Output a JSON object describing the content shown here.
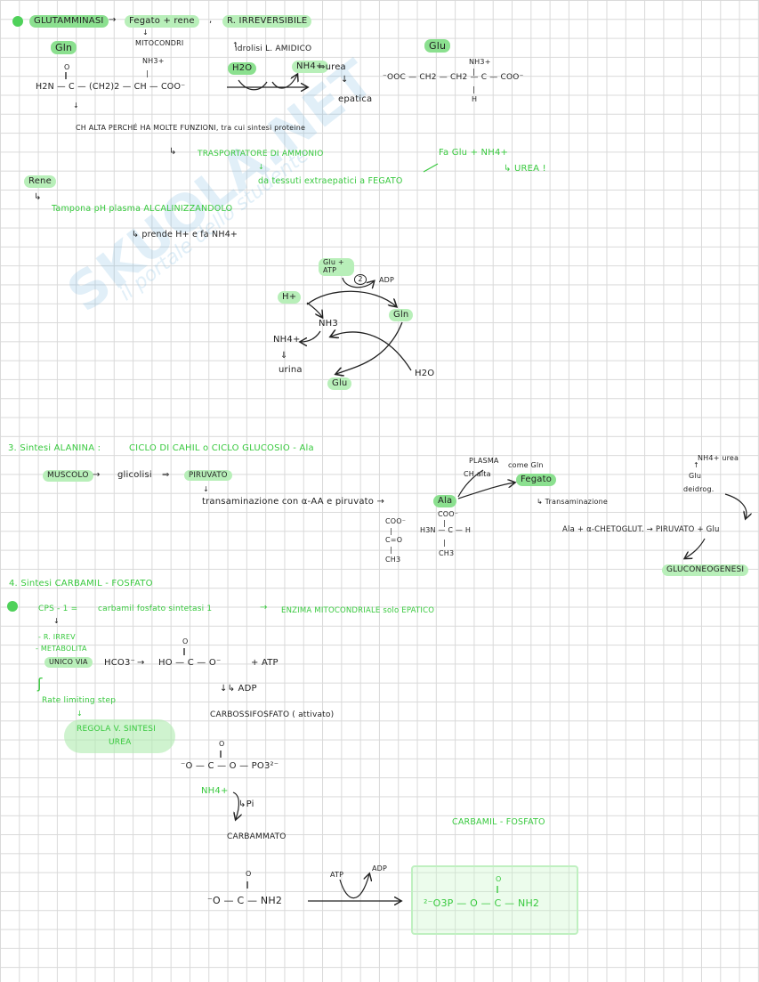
{
  "colors": {
    "green": "#38c93e",
    "highlight": "#8be08f",
    "grid": "#d9d9d9",
    "ink": "#222222",
    "watermark": "#78b4e1"
  },
  "watermark": {
    "logo": "SKUOLA.NET",
    "tagline": "il portale dello studente"
  },
  "s1": {
    "title": "GLUTAMMINASI",
    "arrow1": "→",
    "organs": "Fegato + rene",
    "comma": ",",
    "irrev": "R. IRREVERSIBILE",
    "mito_arrow": "↓",
    "mito": "MITOCONDRI",
    "gln": "Gln",
    "glu": "Glu",
    "hydrol_arrow": "↑",
    "hydrol": "idrolisi L. AMIDICO",
    "h2o": "H2O",
    "nh4": "NH4+",
    "to_urea": "⇒urea",
    "down": "↓",
    "epatica": "epatica",
    "gln_o": "O",
    "gln_bond": "‖",
    "gln_nh3": "NH3+",
    "gln_nh3_bond": "|",
    "gln_formula": "H2N — C — (CH2)2 — CH — COO⁻",
    "gln_down": "↓",
    "glu_nh3": "NH3+",
    "glu_nh3_bond": "|",
    "glu_formula": "⁻OOC — CH2 — CH2 — C — COO⁻",
    "glu_h_bond": "|",
    "glu_h": "H",
    "conc_note": "CH ALTA PERCHÉ HA MOLTE FUNZIONI, tra cui sintesi proteine",
    "trans_arrow": "↳",
    "transporter": "TRASPORTATORE DI AMMONIO",
    "trans_down": "↓",
    "trans_from": "da tessuti extraepatici a FEGATO",
    "fa": "Fa Glu + NH4+",
    "urea": "↳ UREA !",
    "rene": "Rene",
    "rene_arrow": "↳",
    "tampona": "Tampona pH plasma ALCALINIZZANDOLO",
    "prende": "↳ prende H+ e fa NH4+"
  },
  "cycle": {
    "glu_atp": "Glu + ATP",
    "enzyme_num": "2",
    "adp": "ADP",
    "hplus": "H+",
    "nh3": "NH3",
    "gln": "Gln",
    "nh4": "NH4+",
    "down": "⇓",
    "urina": "urina",
    "glu": "Glu",
    "h2o": "H2O"
  },
  "s3": {
    "title": "3. Sintesi ALANINA :",
    "cycles": "CICLO DI CAHIL o CICLO GLUCOSIO - Ala",
    "muscolo": "MUSCOLO",
    "arrow1": "→",
    "glicolisi": "glicolisi",
    "arrow2": "⇒",
    "piruvato": "PIRUVATO",
    "down": "↓",
    "transamin": "transaminazione con α-AA e piruvato →",
    "ala": "Ala",
    "plasma": "PLASMA",
    "ch_alta": "CH alta",
    "come_gln": "come Gln",
    "fegato": "Fegato",
    "transamin2": "↳ Transaminazione",
    "pyr_coo": "COO⁻",
    "pyr_bond1": "|",
    "pyr_co": "C=O",
    "pyr_bond2": "|",
    "pyr_ch3": "CH3",
    "ala_coo": "COO⁻",
    "ala_bond1": "|",
    "ala_mid": "H3N — C — H",
    "ala_bond2": "|",
    "ala_ch3": "CH3",
    "ala_reaction": "Ala + α-CHETOGLUT. → PIRUVATO + Glu",
    "nh4_urea": "NH4+ urea",
    "up_arrow": "↑",
    "glu_deidrog": "Glu",
    "deidrog": "deidrog.",
    "gluconeo": "GLUCONEOGENESI"
  },
  "s4": {
    "title": "4. Sintesi CARBAMIL - FOSFATO",
    "cps": "CPS - 1 =",
    "cps_name": "carbamil fosfato sintetasi 1",
    "cps_arrow": "→",
    "enzima": "ENZIMA MITOCONDRIALE solo EPATICO",
    "down": "↓",
    "irrev": "- R. IRREV",
    "metabolita": "- METABOLITA",
    "unico": "UNICO VIA",
    "hco3": "HCO3⁻",
    "arrow": "→",
    "o_top": "O",
    "bond": "‖",
    "carbonate": "HO — C — O⁻",
    "plus_atp": "+ ATP",
    "bracket": "ʃ",
    "rate": "Rate limiting step",
    "rate_down": "↓",
    "regola": "REGOLA V. SINTESI",
    "regola2": "UREA",
    "adp_step": "↓↳ ADP",
    "carbossi": "CARBOSSIFOSFATO ( attivato)",
    "cp_o": "O",
    "cp_bond": "‖",
    "carbossi_formula": "⁻O — C — O — PO3²⁻",
    "nh4": "NH4+",
    "pi": "↳Pi",
    "carbammato": "CARBAMMATO",
    "cb_o": "O",
    "cb_bond": "‖",
    "carbammato_formula": "⁻O — C — NH2",
    "atp": "ATP",
    "adp": "ADP",
    "cf_title": "CARBAMIL - FOSFATO",
    "cf_o": "O",
    "cf_bond": "‖",
    "cf_formula": "²⁻O3P — O — C — NH2"
  }
}
